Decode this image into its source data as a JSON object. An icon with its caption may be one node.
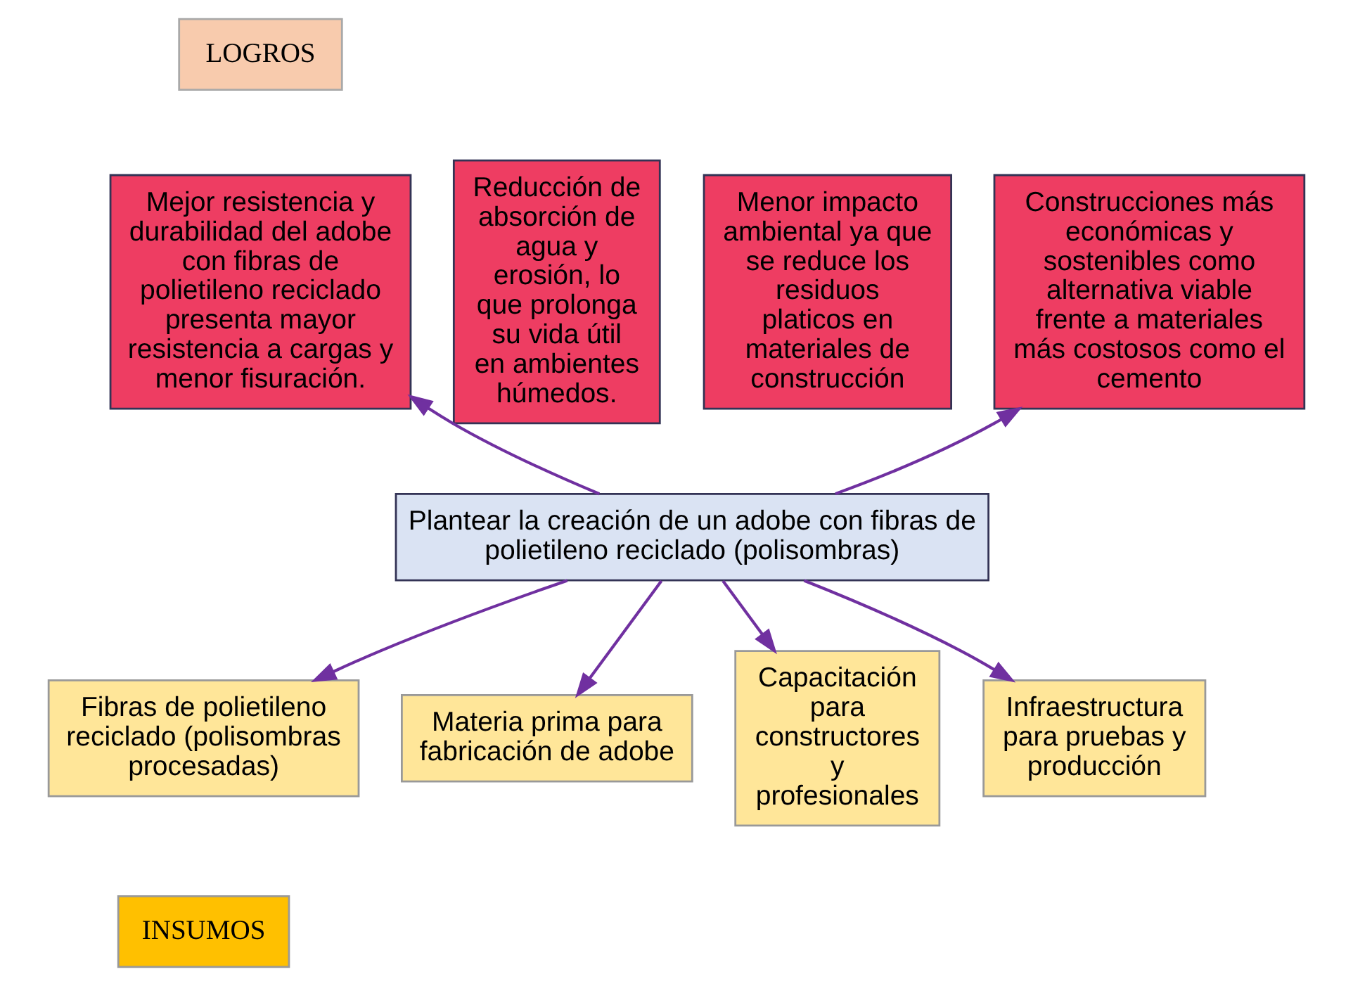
{
  "diagram": {
    "nodes": [
      {
        "text": [
          "LOGROS"
        ]
      },
      {
        "text": [
          "Mejor resistencia y durabilidad del adobe con fibras de polietileno reciclado presenta mayor resistencia a cargas y menor fisuración."
        ]
      },
      {
        "text": [
          "Reducción de absorción de agua y erosión, lo que prolonga su vida útil en ambientes húmedos."
        ]
      },
      {
        "text": [
          "Menor impacto ambiental ya que se reduce los residuos platicos en materiales de construcción"
        ]
      },
      {
        "text": [
          "Construcciones más económicas y sostenibles como alternativa viable frente a materiales más costosos como el cemento"
        ]
      },
      {
        "text": [
          "Plantear la creación de un adobe con fibras de polietileno reciclado (polisombras)"
        ]
      },
      {
        "text": [
          "Fibras de polietileno reciclado (polisombras procesadas)"
        ]
      },
      {
        "text": [
          "Materia prima para fabricación de adobe"
        ]
      },
      {
        "text": [
          "Capacitación para constructores y profesionales"
        ]
      },
      {
        "text": [
          "Infraestructura para pruebas y producción"
        ]
      },
      {
        "text": [
          "INSUMOS"
        ]
      }
    ],
    "edges": [
      {
        "from": 5,
        "to": 1,
        "arrow": "to"
      },
      {
        "from": 5,
        "to": 4,
        "arrow": "to"
      },
      {
        "from": 5,
        "to": 6,
        "arrow": "to"
      },
      {
        "from": 5,
        "to": 7,
        "arrow": "to"
      },
      {
        "from": 5,
        "to": 8,
        "arrow": "to"
      },
      {
        "from": 5,
        "to": 9,
        "arrow": "to"
      }
    ]
  }
}
